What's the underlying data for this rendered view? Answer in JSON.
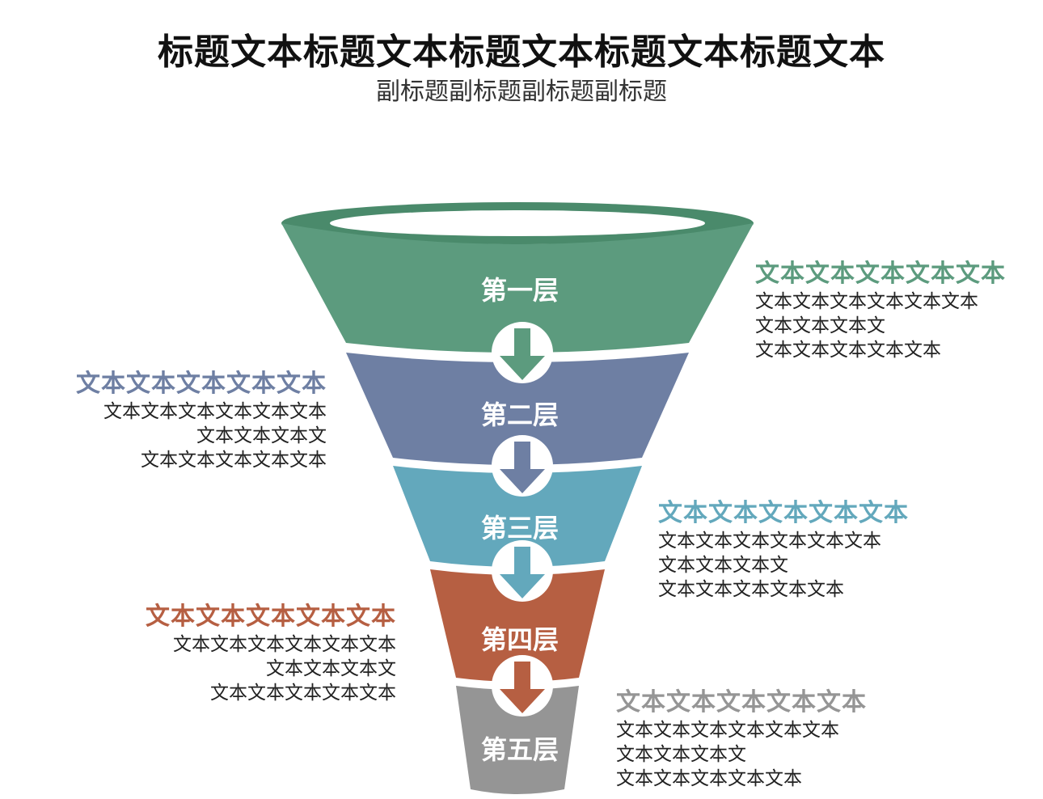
{
  "title": "标题文本标题文本标题文本标题文本标题文本",
  "subtitle": "副标题副标题副标题副标题",
  "tiers": [
    {
      "label": "第一层",
      "color": "#5c9b7e",
      "heading": "文本文本文本文本文本",
      "lines": [
        "文本文本文本文本文本文本",
        "文本文本文本文",
        "文本文本文本文本文本"
      ]
    },
    {
      "label": "第二层",
      "color": "#6e7fa3",
      "heading": "文本文本文本文本文本",
      "lines": [
        "文本文本文本文本文本文本",
        "文本文本文本文",
        "文本文本文本文本文本"
      ]
    },
    {
      "label": "第三层",
      "color": "#63a8bc",
      "heading": "文本文本文本文本文本",
      "lines": [
        "文本文本文本文本文本文本",
        "文本文本文本文",
        "文本文本文本文本文本"
      ]
    },
    {
      "label": "第四层",
      "color": "#b65f42",
      "heading": "文本文本文本文本文本",
      "lines": [
        "文本文本文本文本文本文本",
        "文本文本文本文",
        "文本文本文本文本文本"
      ]
    },
    {
      "label": "第五层",
      "color": "#959595",
      "heading": "文本文本文本文本文本",
      "lines": [
        "文本文本文本文本文本文本",
        "文本文本文本文",
        "文本文本文本文本文本"
      ]
    }
  ]
}
